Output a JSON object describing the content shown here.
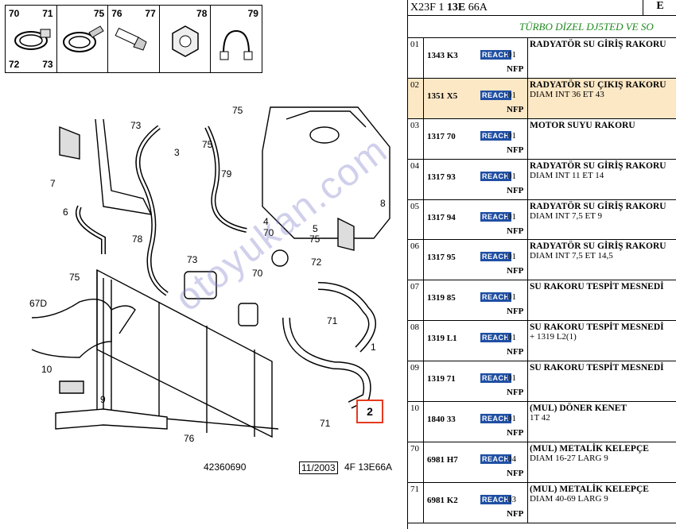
{
  "diagram": {
    "icon_box": [
      {
        "top_left": "70",
        "top_right": "71",
        "bottom_left": "72",
        "bottom_right": "73"
      },
      {
        "top_right": "75"
      },
      {
        "top_left": "76",
        "top_right": "77"
      },
      {
        "top_right": "78"
      },
      {
        "top_right": "79"
      }
    ],
    "callouts": {
      "c73a": "73",
      "c75a": "75",
      "c3": "3",
      "c79": "79",
      "c75b": "75",
      "c7a": "7",
      "c8": "8",
      "c6": "6",
      "c78": "78",
      "c4": "4",
      "c70a": "70",
      "c5": "5",
      "c75c": "75",
      "c73b": "73",
      "c70b": "70",
      "c72": "72",
      "c75d": "75",
      "c67d": "67D",
      "c71a": "71",
      "c1": "1",
      "c10": "10",
      "c9": "9",
      "c76": "76",
      "c71b": "71"
    },
    "highlight_ref": "2",
    "footer": {
      "code": "42360690",
      "date": "11/2003",
      "sheet": "4F 13E66A"
    },
    "watermark": "otoyukan.com"
  },
  "table": {
    "header": {
      "model": "X23F 1",
      "model_bold": "13E",
      "model_tail": "66A",
      "right": "E"
    },
    "subtitle": "TÜRBO DİZEL DJ5TED VE SO",
    "reach_label": "REACH",
    "nfp_label": "NFP",
    "rows": [
      {
        "idx": "01",
        "ref": "1343 K3",
        "qty": "01",
        "title": "RADYATÖR SU GİRİŞ RAKORU",
        "sub": "",
        "hl": false
      },
      {
        "idx": "02",
        "ref": "1351 X5",
        "qty": "01",
        "title": "RADYATÖR SU ÇIKIŞ RAKORU",
        "sub": "DIAM INT 36 ET 43",
        "hl": true
      },
      {
        "idx": "03",
        "ref": "1317 70",
        "qty": "01",
        "title": "MOTOR SUYU RAKORU",
        "sub": "",
        "hl": false
      },
      {
        "idx": "04",
        "ref": "1317 93",
        "qty": "01",
        "title": "RADYATÖR SU GİRİŞ RAKORU",
        "sub": "DIAM INT 11 ET 14",
        "hl": false
      },
      {
        "idx": "05",
        "ref": "1317 94",
        "qty": "01",
        "title": "RADYATÖR SU GİRİŞ RAKORU",
        "sub": "DIAM INT 7,5 ET 9",
        "hl": false
      },
      {
        "idx": "06",
        "ref": "1317 95",
        "qty": "01",
        "title": "RADYATÖR SU GİRİŞ RAKORU",
        "sub": "DIAM INT 7,5 ET 14,5",
        "hl": false
      },
      {
        "idx": "07",
        "ref": "1319 85",
        "qty": "01",
        "title": "SU RAKORU TESPİT MESNEDİ",
        "sub": "",
        "hl": false
      },
      {
        "idx": "08",
        "ref": "1319 L1",
        "qty": "01",
        "title": "SU RAKORU TESPİT MESNEDİ",
        "sub": "+ 1319 L2(1)",
        "hl": false
      },
      {
        "idx": "09",
        "ref": "1319 71",
        "qty": "01",
        "title": "SU RAKORU TESPİT MESNEDİ",
        "sub": "",
        "hl": false
      },
      {
        "idx": "10",
        "ref": "1840 33",
        "qty": "01",
        "title": "(MUL) DÖNER KENET",
        "sub": "1T 42",
        "hl": false
      },
      {
        "idx": "70",
        "ref": "6981 H7",
        "qty": "04",
        "title": "(MUL) METALİK KELEPÇE",
        "sub": "DIAM 16-27 LARG 9",
        "hl": false
      },
      {
        "idx": "71",
        "ref": "6981 K2",
        "qty": "03",
        "title": "(MUL) METALİK KELEPÇE",
        "sub": "DIAM 40-69 LARG 9",
        "hl": false
      }
    ]
  }
}
